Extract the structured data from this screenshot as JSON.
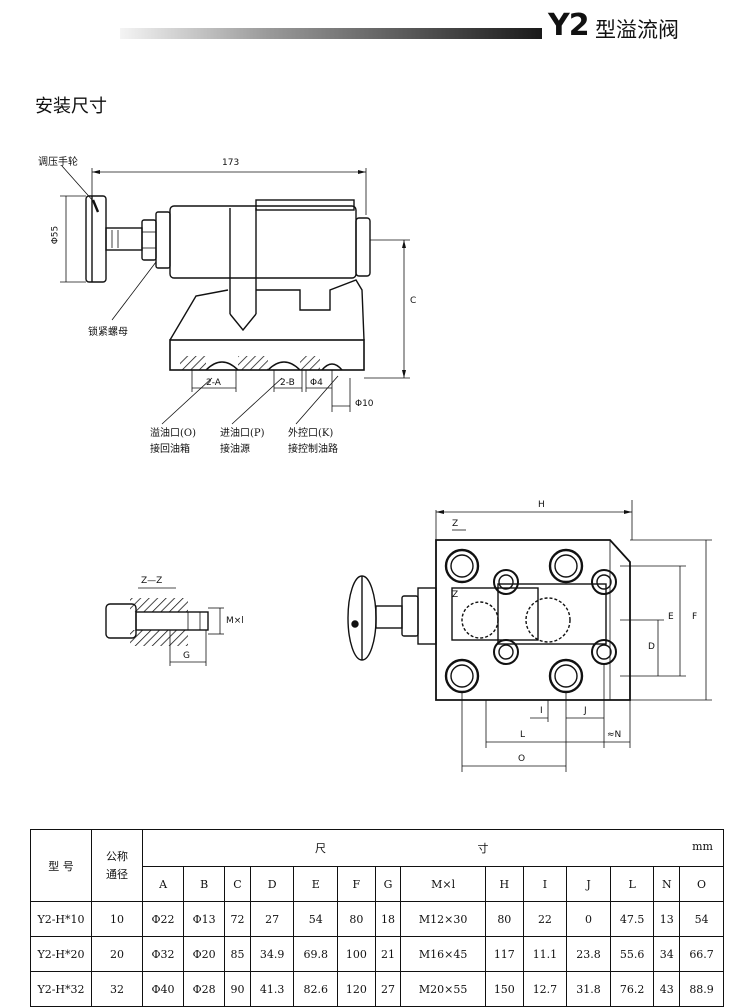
{
  "header": {
    "model": "Y2",
    "name": "型溢流阀"
  },
  "section_title": "安装尺寸",
  "drawing": {
    "handwheel": "调压手轮",
    "locknut": "锁紧螺母",
    "dim_173": "173",
    "dim_phi55": "Φ55",
    "dim_c": "C",
    "port_2a": "2-A",
    "port_2b": "2-B",
    "port_phi4": "Φ4",
    "dim_phi10": "Φ10",
    "port_o_line1": "溢油口(O)",
    "port_o_line2": "接回油箱",
    "port_p_line1": "进油口(P)",
    "port_p_line2": "接油源",
    "port_k_line1": "外控口(K)",
    "port_k_line2": "接控制油路",
    "section_zz": "Z—Z",
    "dim_mxl": "M×l",
    "dim_g": "G",
    "dim_h": "H",
    "dim_z1": "Z",
    "dim_z2": "Z",
    "dim_d": "D",
    "dim_e": "E",
    "dim_f": "F",
    "dim_i": "I",
    "dim_j": "J",
    "dim_l": "L",
    "dim_n": "≈N",
    "dim_o": "O"
  },
  "table": {
    "col_model": "型  号",
    "col_bore_1": "公称",
    "col_bore_2": "通径",
    "col_dims_1": "尺",
    "col_dims_2": "寸",
    "unit": "mm",
    "letters": [
      "A",
      "B",
      "C",
      "D",
      "E",
      "F",
      "G",
      "M×l",
      "H",
      "I",
      "J",
      "L",
      "N",
      "O"
    ],
    "rows": [
      {
        "model": "Y2-H*10",
        "bore": "10",
        "values": [
          "Φ22",
          "Φ13",
          "72",
          "27",
          "54",
          "80",
          "18",
          "M12×30",
          "80",
          "22",
          "0",
          "47.5",
          "13",
          "54"
        ]
      },
      {
        "model": "Y2-H*20",
        "bore": "20",
        "values": [
          "Φ32",
          "Φ20",
          "85",
          "34.9",
          "69.8",
          "100",
          "21",
          "M16×45",
          "117",
          "11.1",
          "23.8",
          "55.6",
          "34",
          "66.7"
        ]
      },
      {
        "model": "Y2-H*32",
        "bore": "32",
        "values": [
          "Φ40",
          "Φ28",
          "90",
          "41.3",
          "82.6",
          "120",
          "27",
          "M20×55",
          "150",
          "12.7",
          "31.8",
          "76.2",
          "43",
          "88.9"
        ]
      }
    ]
  }
}
